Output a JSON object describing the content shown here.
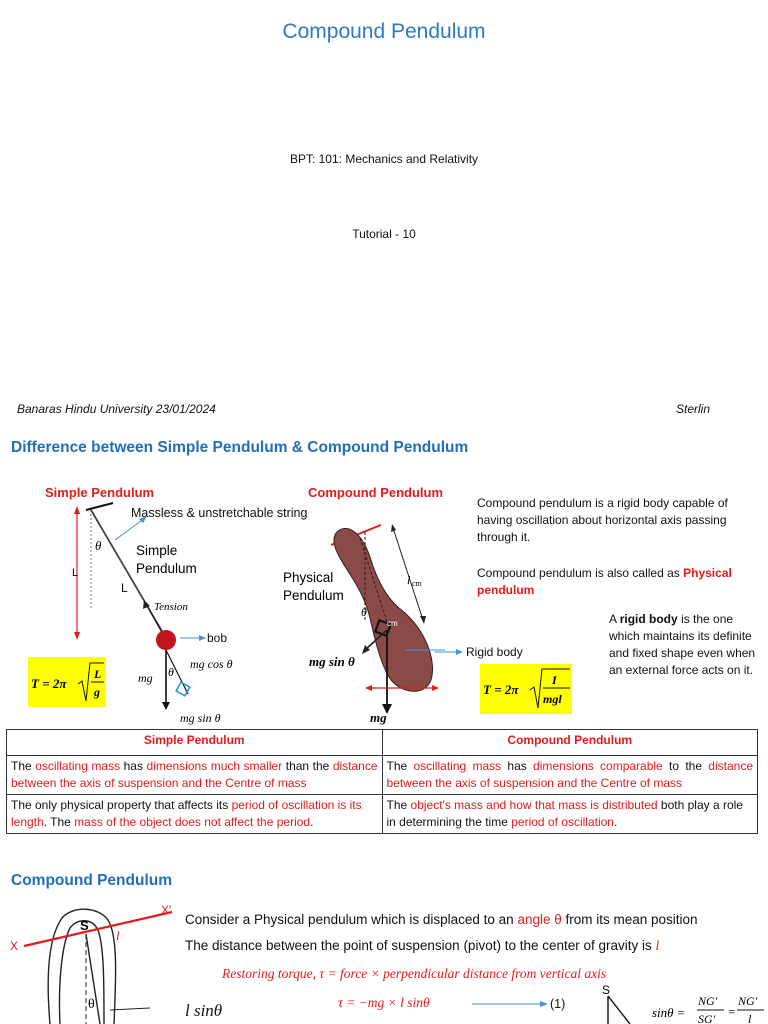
{
  "title": "Compound Pendulum",
  "course": "BPT: 101: Mechanics and Relativity",
  "tutorial": "Tutorial - 10",
  "footer": {
    "left": "Banaras Hindu University 23/01/2024",
    "right": "Sterlin"
  },
  "section1": {
    "heading": "Difference between Simple Pendulum & Compound Pendulum",
    "simple_label": "Simple Pendulum",
    "compound_label": "Compound Pendulum",
    "string_label": "Massless & unstretchable string",
    "bob_label": "bob",
    "rigid_body_label": "Rigid body",
    "diagram_simple_text": "Simple",
    "diagram_pendulum_text": "Pendulum",
    "diagram_tension": "Tension",
    "diagram_L": "L",
    "diagram_theta": "θ",
    "diagram_mg": "mg",
    "diagram_mgcos": "mg cos θ",
    "diagram_mgsin": "mg sin θ",
    "diagram_physical": "Physical",
    "diagram_physical_pendulum": "Pendulum",
    "diagram_lcm": "l",
    "diagram_lcm_sub": "cm",
    "diagram_cm": "cm",
    "formula_simple": {
      "lhs": "T = 2π",
      "num": "L",
      "den": "g"
    },
    "formula_compound": {
      "lhs": "T = 2π",
      "num": "I",
      "den": "mgl"
    },
    "desc1": "Compound pendulum is a rigid body capable of having oscillation about horizontal axis passing through it.",
    "desc2_prefix": "Compound pendulum is also called as ",
    "desc2_highlight": "Physical pendulum",
    "rigid_prefix": "A ",
    "rigid_bold": "rigid body",
    "rigid_suffix": " is the one which maintains its definite and fixed shape even when an external force acts on it."
  },
  "table": {
    "headers": [
      "Simple Pendulum",
      "Compound Pendulum"
    ],
    "row1": {
      "left": {
        "t1": "The ",
        "r1": "oscillating mass",
        "t2": " has ",
        "r2": "dimensions much smaller",
        "t3": " than the ",
        "r3": "distance between the axis of suspension and the Centre of mass"
      },
      "right": {
        "t1": "The ",
        "r1": "oscillating mass",
        "t2": " has ",
        "r2": "dimensions comparable",
        "t3": " to the ",
        "r3": "distance between the axis of suspension and the Centre of mass"
      }
    },
    "row2": {
      "left": {
        "t1": "The only physical property that affects its ",
        "r1": "period of oscillation is its length",
        "t2": ". The ",
        "r2": "mass of the object does not affect the period",
        "t3": "."
      },
      "right": {
        "t1": "The ",
        "r1": "object's mass and how that mass is distributed",
        "t2": " both play a role in determining the time ",
        "r2": "period of oscillation",
        "t3": "."
      }
    }
  },
  "section2": {
    "heading": "Compound Pendulum",
    "line1_prefix": "Consider a Physical pendulum which is displaced to an ",
    "line1_red": "angle θ",
    "line1_suffix": " from its mean position",
    "line2_prefix": "The distance between the point of suspension (pivot) to the center of gravity is ",
    "line2_red": "l",
    "torque": "Restoring torque, τ  =  force  × perpendicular distance from vertical axis",
    "eq1": "τ  = −mg × l sinθ",
    "eq1_num": "(1)",
    "lsin": "l sinθ",
    "axis_x": "X",
    "axis_xp": "X'",
    "pivot_s": "S",
    "pivot_l": "l",
    "theta": "θ",
    "sin_lhs": "sinθ = ",
    "sin_f1_num": "NG'",
    "sin_f1_den": "SG'",
    "sin_f2_num": "NG'",
    "sin_f2_den": "l",
    "tri_s": "S"
  }
}
